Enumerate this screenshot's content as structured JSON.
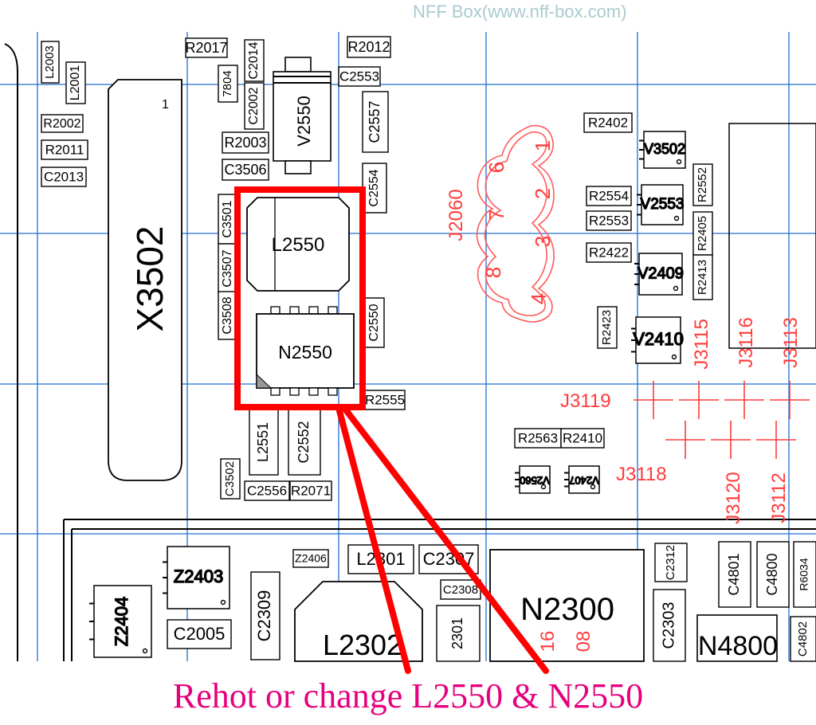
{
  "header": {
    "watermark": "NFF Box(www.nff-box.com)"
  },
  "caption": "Rehot or change L2550 & N2550",
  "colors": {
    "grid": "#1f6fd1",
    "component": "#000000",
    "connector": "#ff3b3b",
    "highlight": "#ff0000",
    "caption": "#e6007e",
    "watermark": "#a9cbd0"
  },
  "components": {
    "X3502": "X3502",
    "X3502_pin": "1",
    "L2550": "L2550",
    "N2550": "N2550",
    "V2550": "V2550",
    "R2017": "R2017",
    "R2012": "R2012",
    "C2014": "C2014",
    "R7804": "7804",
    "L2003": "L2003",
    "L2001": "L2001",
    "R2002": "R2002",
    "R2011": "R2011",
    "C2013": "C2013",
    "C2002": "C2002",
    "C2553": "C2553",
    "C2557": "C2557",
    "R2003": "R2003",
    "C3506": "C3506",
    "C2554": "C2554",
    "C3501": "C3501",
    "C3507": "C3507",
    "C3508": "C3508",
    "C2550": "C2550",
    "R2555": "R2555",
    "L2551": "L2551",
    "C2552": "C2552",
    "C3502": "C3502",
    "C2556": "C2556",
    "R2071": "R2071",
    "R2402": "R2402",
    "V3502": "V3502",
    "R2554": "R2554",
    "V2553": "V2553",
    "R2553": "R2553",
    "R2552": "R2552",
    "R2405": "R2405",
    "R2422": "R2422",
    "V2409": "V2409",
    "R2413": "R2413",
    "R2423": "R2423",
    "V2410": "V2410",
    "R2563": "R2563",
    "R2410": "R2410",
    "V2560": "V2560",
    "V2407": "V2407",
    "Z2403": "Z2403",
    "Z2404": "Z2404",
    "C2005": "C2005",
    "C2309": "C2309",
    "Z2406": "Z2406",
    "L2301": "L2301",
    "C2307": "C2307",
    "C2308": "C2308",
    "L2302": "L2302",
    "C2301": "2301",
    "N2300": "N2300",
    "N2300_a": "16",
    "N2300_b": "08",
    "C2312": "C2312",
    "C2303": "C2303",
    "C4801": "C4801",
    "C4800": "C4800",
    "R6034": "R6034",
    "C4802": "C4802",
    "N4800": "N4800"
  },
  "connector": {
    "name": "J2060",
    "pins": [
      "1",
      "2",
      "3",
      "4",
      "6",
      "7",
      "8"
    ]
  },
  "test_points": {
    "J3119": "J3119",
    "J3118": "J3118",
    "J3115": "J3115",
    "J3116": "J3116",
    "J3113": "J3113",
    "J3120": "J3120",
    "J3112": "J3112"
  }
}
